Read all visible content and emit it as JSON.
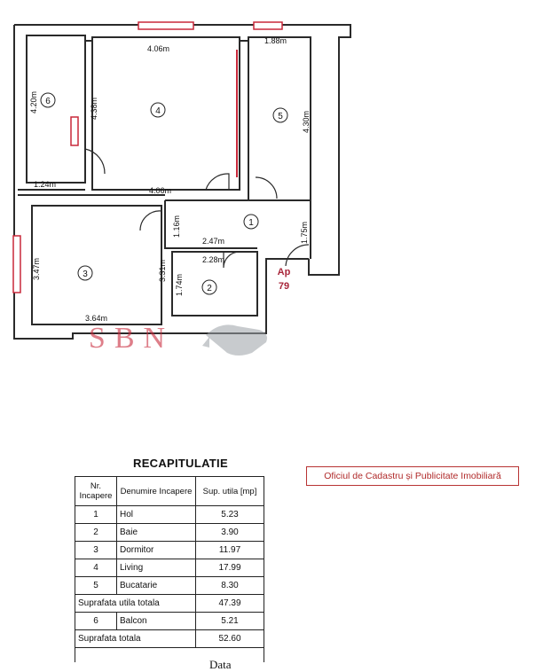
{
  "plan": {
    "dimensions": {
      "top_living": "4.06m",
      "top_kitchen": "1.88m",
      "balcony_height": "4.20m",
      "living_height": "4.38m",
      "kitchen_height": "4.30m",
      "balcony_width": "1.24m",
      "living_bottom": "4.06m",
      "hall_height": "1.16m",
      "hall_width": "2.47m",
      "entry_width": "1.75m",
      "bath_width": "2.28m",
      "bedroom_height": "3.47m",
      "bedroom_right": "3.31m",
      "bath_height": "1.74m",
      "bedroom_width": "3.64m"
    },
    "room_numbers": [
      "1",
      "2",
      "3",
      "4",
      "5",
      "6"
    ],
    "apartment_label": "Ap",
    "apartment_number": "79",
    "watermark": "SBN",
    "colors": {
      "wall": "#2a2a2a",
      "window": "#c8283a",
      "accent": "#a8263a",
      "watermark": "#c8283a"
    }
  },
  "recap": {
    "title": "RECAPITULATIE",
    "headers": {
      "nr": "Nr. Incapere",
      "name": "Denumire Incapere",
      "area": "Sup. utila [mp]"
    },
    "rows": [
      {
        "nr": "1",
        "name": "Hol",
        "area": "5.23"
      },
      {
        "nr": "2",
        "name": "Baie",
        "area": "3.90"
      },
      {
        "nr": "3",
        "name": "Dormitor",
        "area": "11.97"
      },
      {
        "nr": "4",
        "name": "Living",
        "area": "17.99"
      },
      {
        "nr": "5",
        "name": "Bucatarie",
        "area": "8.30"
      }
    ],
    "useful_total_label": "Suprafata utila totala",
    "useful_total": "47.39",
    "balcony_row": {
      "nr": "6",
      "name": "Balcon",
      "area": "5.21"
    },
    "total_label": "Suprafata totala",
    "total": "52.60",
    "date_label": "Data"
  },
  "stamp": {
    "text": "Oficiul de Cadastru și Publicitate Imobiliară"
  }
}
